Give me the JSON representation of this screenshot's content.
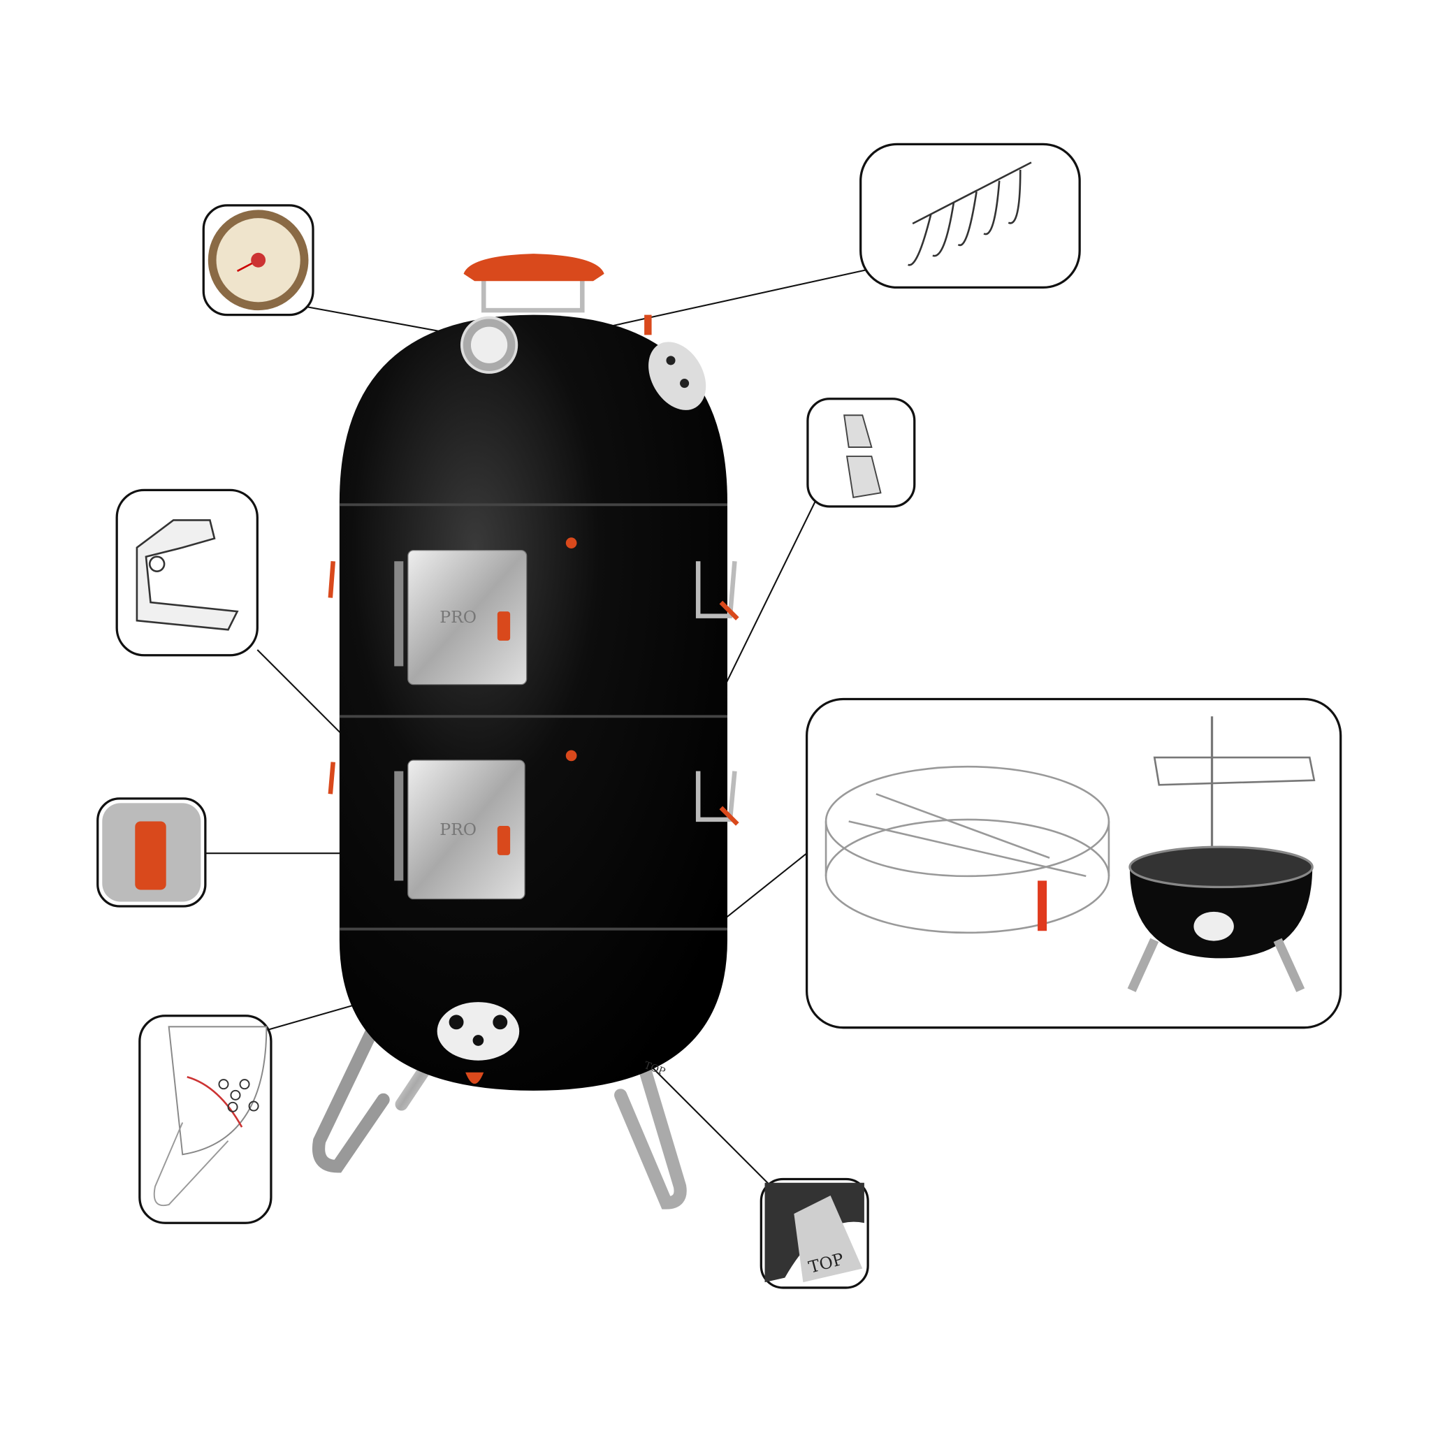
{
  "product": {
    "door_logo_upper": "PRO",
    "door_logo_lower": "PRO",
    "leg_stamp": "TOP",
    "callout_leg_stamp": "TOP"
  },
  "colors": {
    "body": "#0b0b0b",
    "accent": "#d9491c",
    "steel": "#c8c8c8",
    "callout_border": "#111111"
  },
  "callouts": [
    {
      "name": "thermometer"
    },
    {
      "name": "meat-hooks"
    },
    {
      "name": "latch-clip"
    },
    {
      "name": "lid-bracket"
    },
    {
      "name": "door-handle"
    },
    {
      "name": "charcoal-basket-and-grill"
    },
    {
      "name": "air-vent"
    },
    {
      "name": "leg-top-marking"
    }
  ]
}
